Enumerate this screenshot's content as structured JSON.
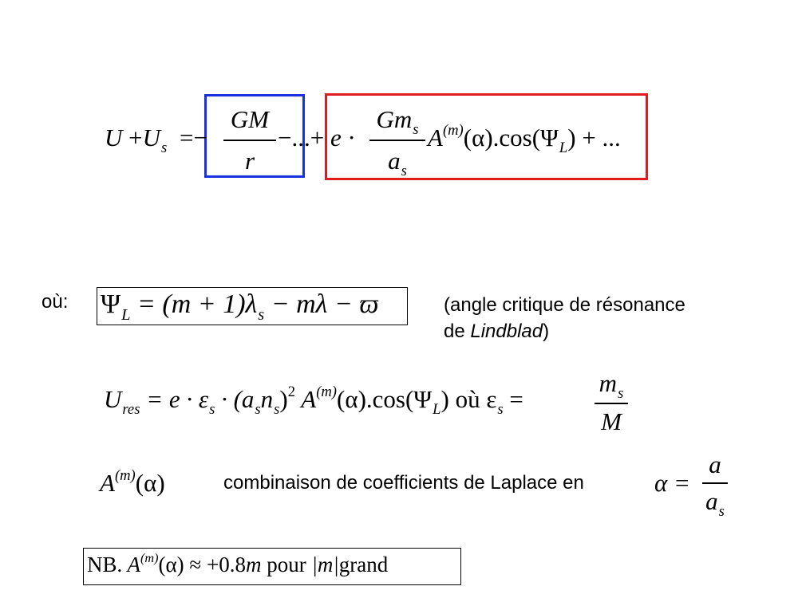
{
  "eq1": {
    "lhs_U": "U",
    "plus1": "+",
    "lhs_Us": "U",
    "sub_s": "s",
    "eq_minus": "=−",
    "frac1_num": "GM",
    "frac1_den": "r",
    "minus_dots": "−...",
    "plus_e": "+",
    "e": "e",
    "cdot": "·",
    "frac2_num": "Gm",
    "frac2_num_sub": "s",
    "frac2_den": "a",
    "frac2_den_sub": "s",
    "A": "A",
    "sup_m": "(m)",
    "alpha_cos": "(α).cos(Ψ",
    "sub_L": "L",
    "tail": ") + ..."
  },
  "boxes": {
    "blue_color": "#1a2fe0",
    "red_color": "#e11b1b"
  },
  "ou_label": "où:",
  "eq2": {
    "psi": "Ψ",
    "sub_L": "L",
    "body": " = (m + 1)λ",
    "sub_s": "s",
    "tail": " − mλ − ϖ"
  },
  "note": {
    "line1": "(angle critique de résonance",
    "line2_pre": "de ",
    "line2_it": "Lindblad",
    "line2_post": ")"
  },
  "eq3": {
    "U": "U",
    "sub_res": "res",
    "part1": " = e · ε",
    "sub_s1": "s",
    "part2": " · (a",
    "sub_s2": "s",
    "part3": "n",
    "sub_s3": "s",
    "part4": ")",
    "sup_2": "2",
    "A": " A",
    "sup_m": "(m)",
    "part5": "(α).cos(Ψ",
    "sub_L": "L",
    "part6": ") où ε",
    "sub_s4": "s",
    "eq": " =",
    "frac_num": "m",
    "frac_num_sub": "s",
    "frac_den": "M"
  },
  "eq4": {
    "A": "A",
    "sup_m": "(m)",
    "alpha": "(α)",
    "text": "combinaison de coefficients de Laplace en",
    "alpha_eq": "α =",
    "frac_num": "a",
    "frac_den": "a",
    "frac_den_sub": "s"
  },
  "nb": {
    "nb": "NB.",
    "A": " A",
    "sup_m": "(m)",
    "body": "(α) ≈ +0.8",
    "m": "m",
    "pour": " pour ",
    "abs": "|m|",
    "grand": "grand"
  }
}
